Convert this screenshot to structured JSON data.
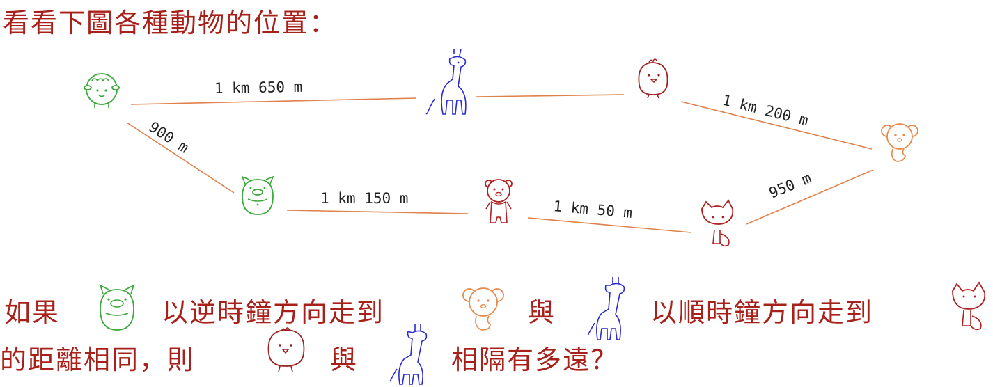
{
  "title": "看看下圖各種動物的位置：",
  "animals": {
    "sheep": "sheep-icon",
    "giraffe": "giraffe-icon",
    "chick": "chick-icon",
    "koala": "koala-icon",
    "pig": "pig-icon",
    "bear": "bear-icon",
    "fox": "fox-icon"
  },
  "distances": {
    "sheep_giraffe": "1 km  650 m",
    "sheep_pig": "900 m",
    "pig_bear": "1 km  150 m",
    "bear_fox": "1 km  50 m",
    "chick_koala": "1 km  200 m",
    "fox_koala": "950 m"
  },
  "question": {
    "line1_a": "如果",
    "line1_b": "以逆時鐘方向走到",
    "line1_c": "與",
    "line1_d": "以順時鐘方向走到",
    "line2_a": "的距離相同，則",
    "line2_b": "與",
    "line2_c": "相隔有多遠？"
  },
  "colors": {
    "text": "#a8201a",
    "edge": "#e0804a",
    "green": "#3aa83a",
    "blue": "#2a2ad0",
    "red": "#b02020",
    "orange": "#e8884a"
  }
}
